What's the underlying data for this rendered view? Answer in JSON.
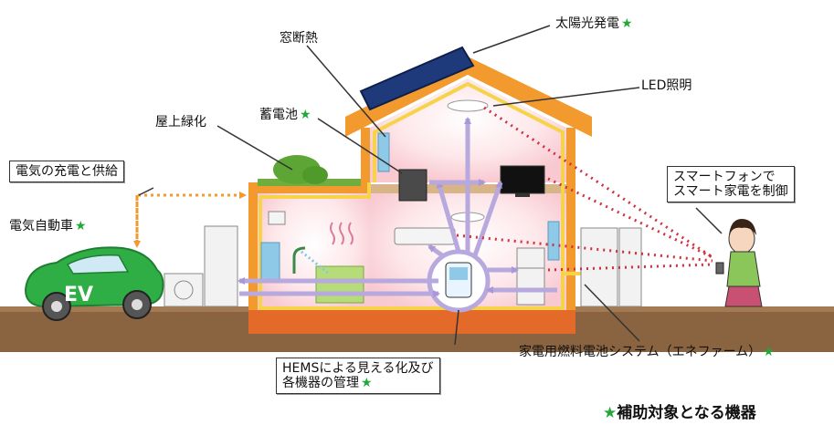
{
  "labels": {
    "solar": "太陽光発電",
    "insulation": "窓断熱",
    "led": "LED照明",
    "battery": "蓄電池",
    "rooftop_green": "屋上緑化",
    "ev_charge": "電気の充電と供給",
    "ev": "電気自動車",
    "smartphone_line1": "スマートフォンで",
    "smartphone_line2": "スマート家電を制御",
    "enefarm": "家電用燃料電池システム（エネファーム）",
    "hems_line1": "HEMSによる見える化及び",
    "hems_line2": "各機器の管理"
  },
  "car_text": "EV",
  "star": "★",
  "footnote": {
    "star": "★",
    "text": "補助対象となる機器"
  },
  "colors": {
    "star_green": "#22a838",
    "roof_orange": "#f29a2e",
    "flow_purple": "#b7a8dd",
    "ev_green": "#2fae45",
    "interior_pink": "#fbe3e7"
  }
}
